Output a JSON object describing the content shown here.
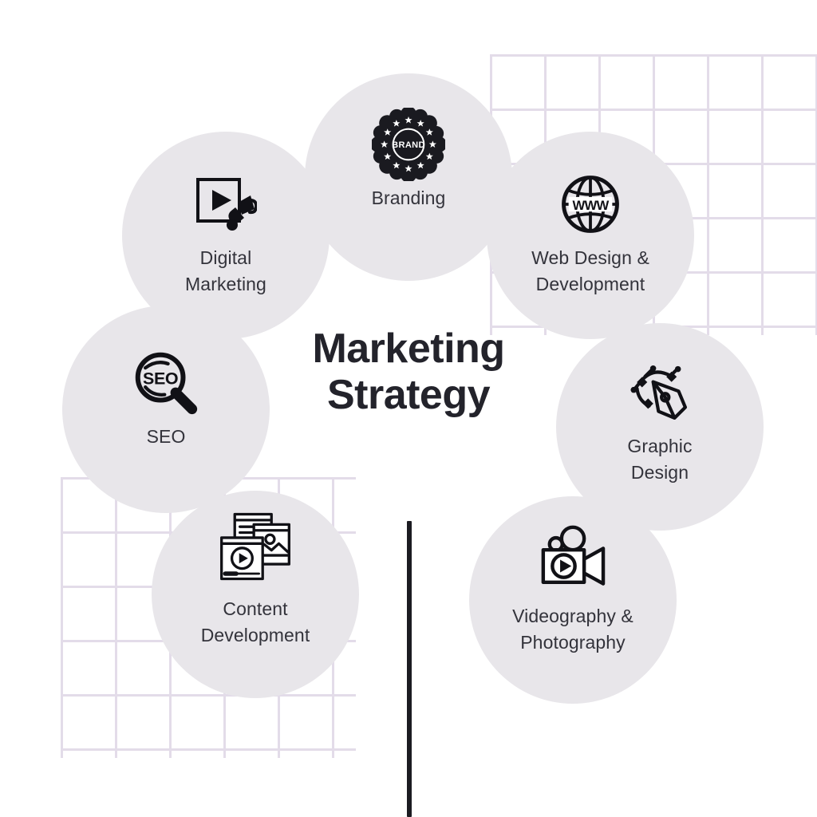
{
  "title": {
    "line1": "Marketing",
    "line2": "Strategy",
    "full": "Marketing Strategy"
  },
  "colors": {
    "bubble_fill": "#e8e6ea",
    "grid_line": "#e3dce9",
    "title_text": "#23232b",
    "label_text": "#33333b",
    "icon": "#111116",
    "divider": "#1c1c22",
    "background": "#ffffff"
  },
  "bubbles": [
    {
      "id": "digital-marketing",
      "label": "Digital\nMarketing",
      "icon": "play-megaphone-icon"
    },
    {
      "id": "branding",
      "label": "Branding",
      "icon": "brand-badge-icon",
      "badge_text": "BRAND"
    },
    {
      "id": "web-design",
      "label": "Web Design &\nDevelopment",
      "icon": "globe-www-icon",
      "globe_text": "WWW"
    },
    {
      "id": "graphic-design",
      "label": "Graphic\nDesign",
      "icon": "pen-tool-icon"
    },
    {
      "id": "seo",
      "label": "SEO",
      "icon": "magnifier-seo-icon",
      "magnifier_text": "SEO"
    },
    {
      "id": "content-dev",
      "label": "Content\nDevelopment",
      "icon": "media-windows-icon"
    },
    {
      "id": "videography",
      "label": "Videography &\nPhotography",
      "icon": "video-camera-icon"
    }
  ],
  "decorations": {
    "grid_top_right": "grid-pattern",
    "grid_bottom_left": "grid-pattern",
    "divider": "vertical-divider"
  }
}
